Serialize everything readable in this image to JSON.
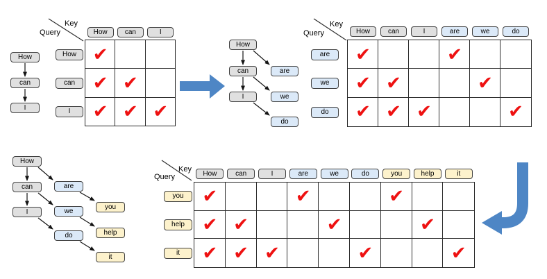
{
  "labels": {
    "key": "Key",
    "query": "Query"
  },
  "symbols": {
    "check": "✔"
  },
  "colors": {
    "gray": "#e0e0e0",
    "blue": "#dbe9f8",
    "yellow": "#fdf2cc",
    "border": "#404040",
    "grid": "#2e2e2e",
    "edge": "#141414",
    "check": "#ee1111",
    "arrow": "#4e86c5"
  },
  "trees": [
    {
      "name": "prompt-chain",
      "nodes": [
        {
          "id": "How",
          "label": "How",
          "color": "gray"
        },
        {
          "id": "can",
          "label": "can",
          "color": "gray"
        },
        {
          "id": "I",
          "label": "I",
          "color": "gray"
        }
      ],
      "edges": [
        [
          "How",
          "can"
        ],
        [
          "can",
          "I"
        ]
      ]
    },
    {
      "name": "draft-tree-step-1",
      "nodes": [
        {
          "id": "How",
          "label": "How",
          "color": "gray"
        },
        {
          "id": "can",
          "label": "can",
          "color": "gray"
        },
        {
          "id": "I",
          "label": "I",
          "color": "gray"
        },
        {
          "id": "are",
          "label": "are",
          "color": "blue"
        },
        {
          "id": "we",
          "label": "we",
          "color": "blue"
        },
        {
          "id": "do",
          "label": "do",
          "color": "blue"
        }
      ],
      "edges": [
        [
          "How",
          "can"
        ],
        [
          "can",
          "I"
        ],
        [
          "How",
          "are"
        ],
        [
          "can",
          "we"
        ],
        [
          "I",
          "do"
        ]
      ]
    },
    {
      "name": "draft-tree-step-2",
      "nodes": [
        {
          "id": "How",
          "label": "How",
          "color": "gray"
        },
        {
          "id": "can",
          "label": "can",
          "color": "gray"
        },
        {
          "id": "I",
          "label": "I",
          "color": "gray"
        },
        {
          "id": "are",
          "label": "are",
          "color": "blue"
        },
        {
          "id": "we",
          "label": "we",
          "color": "blue"
        },
        {
          "id": "do",
          "label": "do",
          "color": "blue"
        },
        {
          "id": "you",
          "label": "you",
          "color": "yellow"
        },
        {
          "id": "help",
          "label": "help",
          "color": "yellow"
        },
        {
          "id": "it",
          "label": "it",
          "color": "yellow"
        }
      ],
      "edges": [
        [
          "How",
          "can"
        ],
        [
          "can",
          "I"
        ],
        [
          "How",
          "are"
        ],
        [
          "can",
          "we"
        ],
        [
          "I",
          "do"
        ],
        [
          "are",
          "you"
        ],
        [
          "we",
          "help"
        ],
        [
          "do",
          "it"
        ]
      ]
    }
  ],
  "matrices": [
    {
      "name": "attention-matrix-step-1",
      "keys": [
        {
          "label": "How",
          "color": "gray"
        },
        {
          "label": "can",
          "color": "gray"
        },
        {
          "label": "I",
          "color": "gray"
        }
      ],
      "queries": [
        {
          "label": "How",
          "color": "gray"
        },
        {
          "label": "can",
          "color": "gray"
        },
        {
          "label": "I",
          "color": "gray"
        }
      ],
      "checks": [
        [
          1,
          0,
          0
        ],
        [
          1,
          1,
          0
        ],
        [
          1,
          1,
          1
        ]
      ]
    },
    {
      "name": "attention-matrix-step-2",
      "keys": [
        {
          "label": "How",
          "color": "gray"
        },
        {
          "label": "can",
          "color": "gray"
        },
        {
          "label": "I",
          "color": "gray"
        },
        {
          "label": "are",
          "color": "blue"
        },
        {
          "label": "we",
          "color": "blue"
        },
        {
          "label": "do",
          "color": "blue"
        }
      ],
      "queries": [
        {
          "label": "are",
          "color": "blue"
        },
        {
          "label": "we",
          "color": "blue"
        },
        {
          "label": "do",
          "color": "blue"
        }
      ],
      "checks": [
        [
          1,
          0,
          0,
          1,
          0,
          0
        ],
        [
          1,
          1,
          0,
          0,
          1,
          0
        ],
        [
          1,
          1,
          1,
          0,
          0,
          1
        ]
      ]
    },
    {
      "name": "attention-matrix-step-3",
      "keys": [
        {
          "label": "How",
          "color": "gray"
        },
        {
          "label": "can",
          "color": "gray"
        },
        {
          "label": "I",
          "color": "gray"
        },
        {
          "label": "are",
          "color": "blue"
        },
        {
          "label": "we",
          "color": "blue"
        },
        {
          "label": "do",
          "color": "blue"
        },
        {
          "label": "you",
          "color": "yellow"
        },
        {
          "label": "help",
          "color": "yellow"
        },
        {
          "label": "it",
          "color": "yellow"
        }
      ],
      "queries": [
        {
          "label": "you",
          "color": "yellow"
        },
        {
          "label": "help",
          "color": "yellow"
        },
        {
          "label": "it",
          "color": "yellow"
        }
      ],
      "checks": [
        [
          1,
          0,
          0,
          1,
          0,
          0,
          1,
          0,
          0
        ],
        [
          1,
          1,
          0,
          0,
          1,
          0,
          0,
          1,
          0
        ],
        [
          1,
          1,
          1,
          0,
          0,
          1,
          0,
          0,
          1
        ]
      ]
    }
  ]
}
